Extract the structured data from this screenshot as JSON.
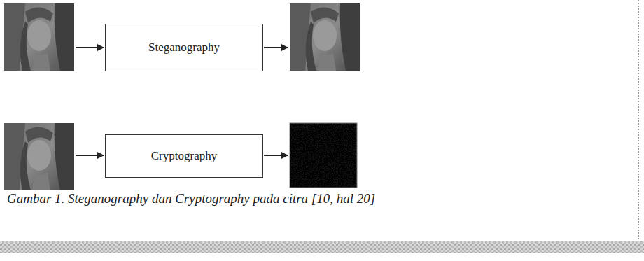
{
  "diagram": {
    "caption": "Gambar 1. Steganography dan Cryptography pada citra [10, hal 20]",
    "nodes": [
      {
        "text": [
          "Steganography"
        ]
      },
      {
        "text": [
          "Cryptography"
        ]
      }
    ]
  }
}
